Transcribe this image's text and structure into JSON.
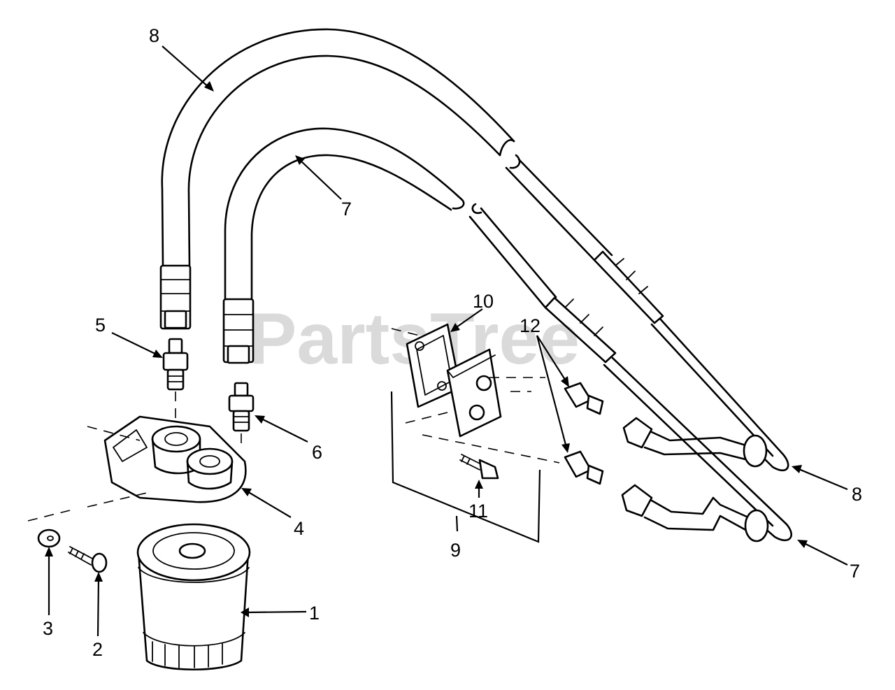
{
  "watermark": "PartsTree",
  "callouts": {
    "c1": "1",
    "c2": "2",
    "c3": "3",
    "c4": "4",
    "c5": "5",
    "c6": "6",
    "c7a": "7",
    "c7b": "7",
    "c8a": "8",
    "c8b": "8",
    "c9": "9",
    "c10": "10",
    "c11": "11",
    "c12": "12"
  },
  "parts": [
    "oil-filter",
    "screw",
    "washer",
    "filter-adapter-base",
    "fitting",
    "fitting",
    "oil-line",
    "oil-line",
    "adapter-kit",
    "gasket",
    "bolt",
    "fitting"
  ]
}
